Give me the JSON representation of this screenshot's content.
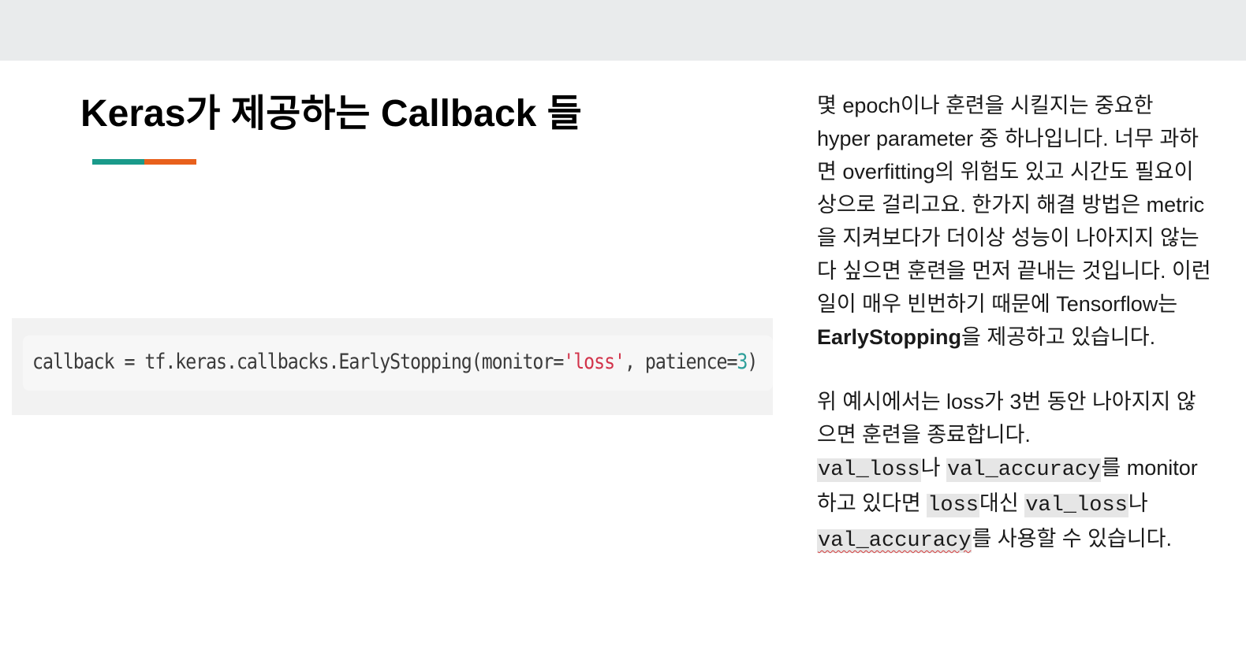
{
  "slide": {
    "title": "Keras가 제공하는 Callback 들",
    "accent_colors": [
      "#1a9a8a",
      "#e8601c"
    ]
  },
  "code": {
    "prefix": "callback = tf.keras.callbacks.EarlyStopping(monitor=",
    "string_literal": "'loss'",
    "middle": ", patience=",
    "number": "3",
    "suffix": ")",
    "string_color": "#d2334a",
    "number_color": "#2e9f9a"
  },
  "notes": {
    "p1_a": "몇 epoch이나 훈련을 시킬지는 중요한 hyper parameter 중 하나입니다. 너무 과하면 overfitting의 위험도 있고 시간도 필요이상으로 걸리고요. 한가지 해결 방법은 metric을 지켜보다가 더이상 성능이 나아지지 않는다 싶으면 훈련을 먼저 끝내는 것입니다. 이런 일이 매우 빈번하기 때문에 Tensorflow는 ",
    "p1_bold": "EarlyStopping",
    "p1_b": "을 제공하고 있습니다.",
    "p2": "위 예시에서는 loss가 3번 동안 나아지지 않으면 훈련을 종료합니다.",
    "p3_code1": "val_loss",
    "p3_t1": "나 ",
    "p3_code2": "val_accuracy",
    "p3_t2": "를 monitor하고 있다면 ",
    "p3_code3": "loss",
    "p3_t3": "대신 ",
    "p3_code4": "val_loss",
    "p3_t4": "나 ",
    "p3_code5": "val_accuracy",
    "p3_t5": "를 사용할 수 있습니다."
  }
}
